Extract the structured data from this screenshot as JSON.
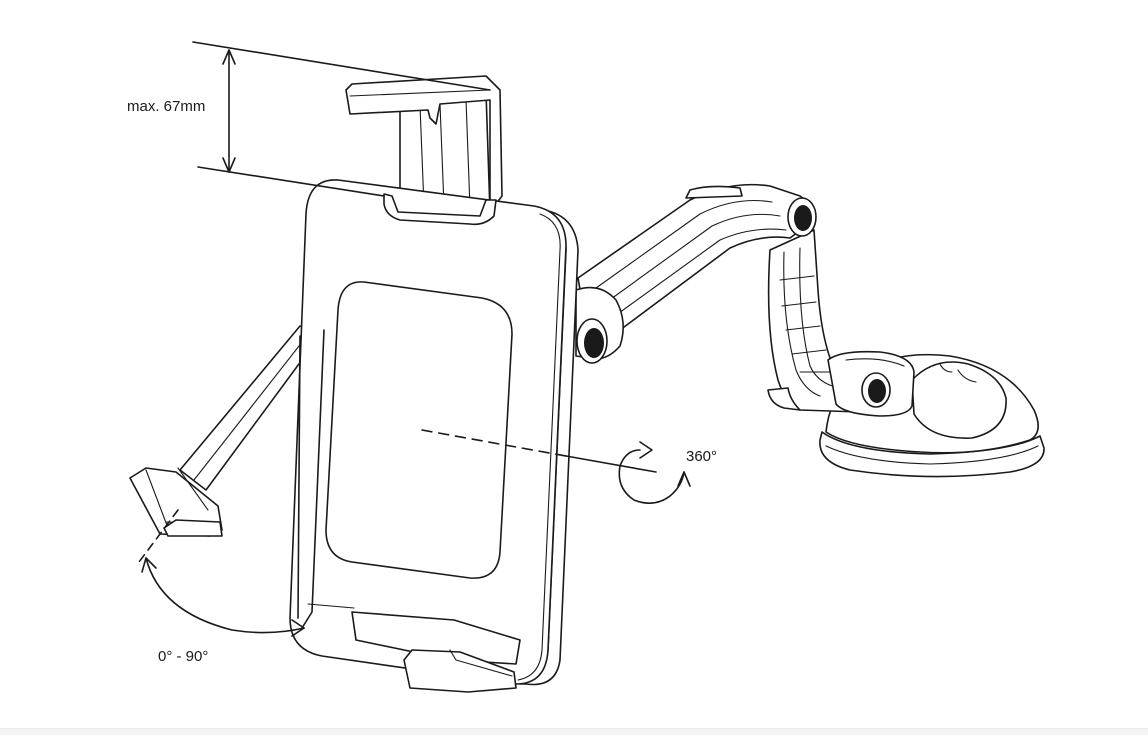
{
  "annotations": {
    "max_width": "max. 67mm",
    "rotation": "360°",
    "tilt_range": "0° - 90°"
  }
}
